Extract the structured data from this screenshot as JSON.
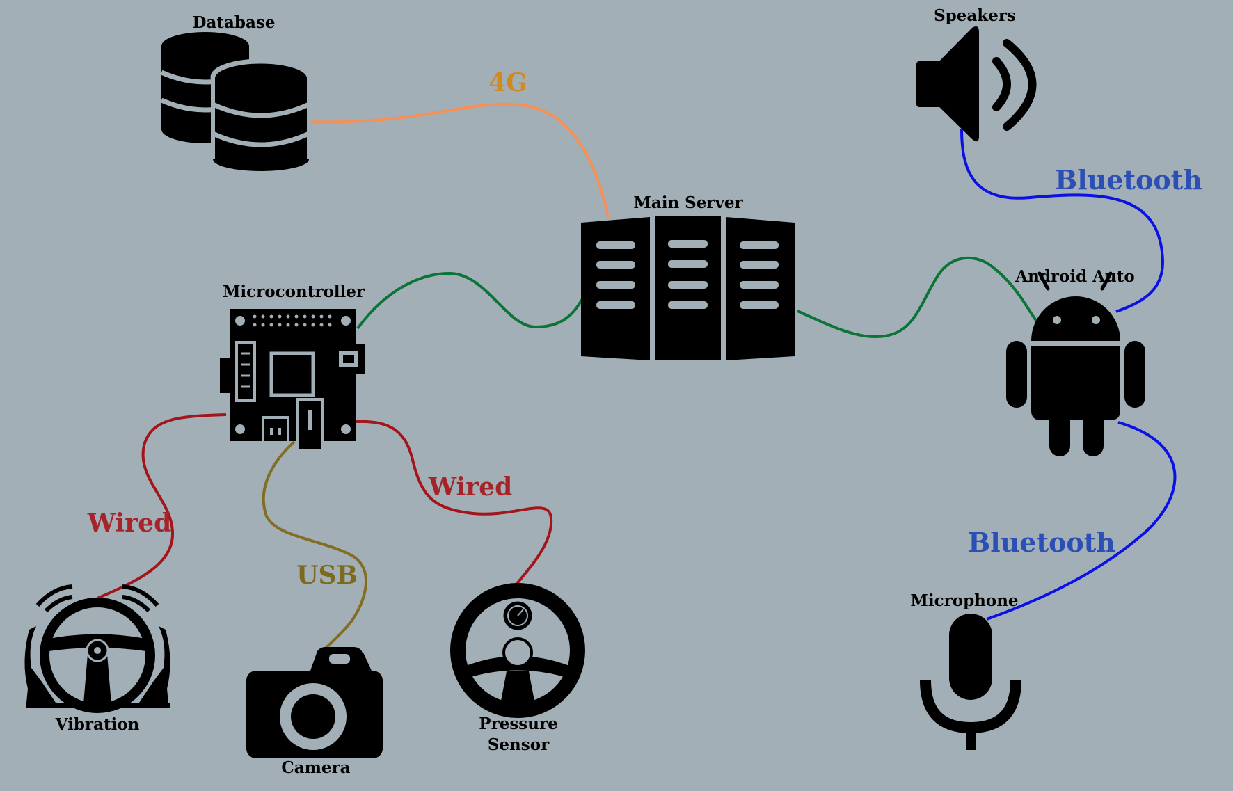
{
  "nodes": {
    "database": {
      "label": "Database",
      "icon": "database-icon"
    },
    "main_server": {
      "label": "Main Server",
      "icon": "server-icon"
    },
    "speakers": {
      "label": "Speakers",
      "icon": "speaker-icon"
    },
    "android_auto": {
      "label": "Android Auto",
      "icon": "android-icon"
    },
    "microcontroller": {
      "label": "Microcontroller",
      "icon": "microcontroller-board-icon"
    },
    "vibration": {
      "label": "Vibration",
      "icon": "vibrating-steering-wheel-icon"
    },
    "camera": {
      "label": "Camera",
      "icon": "camera-icon"
    },
    "pressure_sensor": {
      "label_line1": "Pressure",
      "label_line2": "Sensor",
      "icon": "steering-wheel-gauge-icon"
    },
    "microphone": {
      "label": "Microphone",
      "icon": "microphone-icon"
    }
  },
  "links": {
    "database_server": {
      "label": "4G",
      "color": "#f59157",
      "label_color": "#d38a1c"
    },
    "speakers_android": {
      "label": "Bluetooth",
      "color": "#0a10e6",
      "label_color": "#2b4fb5"
    },
    "microphone_android": {
      "label": "Bluetooth",
      "color": "#0a10e6",
      "label_color": "#2b4fb5"
    },
    "micro_vibration": {
      "label": "Wired",
      "color": "#a3151a",
      "label_color": "#a5242a"
    },
    "micro_pressure": {
      "label": "Wired",
      "color": "#a3151a",
      "label_color": "#a5242a"
    },
    "micro_camera": {
      "label": "USB",
      "color": "#836d22",
      "label_color": "#7b6a1f"
    },
    "micro_server": {
      "label": "",
      "color": "#0b7437"
    },
    "server_android": {
      "label": "",
      "color": "#0b7437"
    }
  },
  "colors": {
    "background": "#a2afb7",
    "icon": "#000000"
  }
}
